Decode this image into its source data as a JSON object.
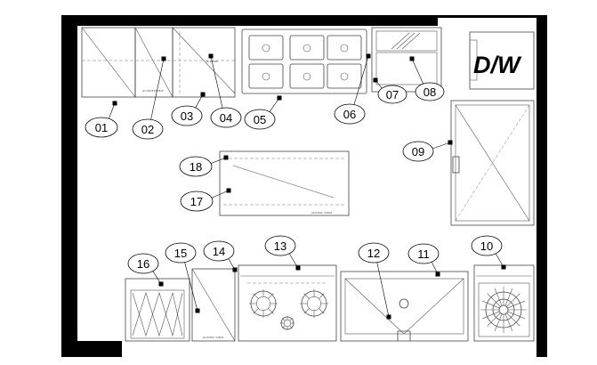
{
  "plan": {
    "dishwasher_label": "D/W",
    "callouts": [
      {
        "id": "c01",
        "label": "01"
      },
      {
        "id": "c02",
        "label": "02"
      },
      {
        "id": "c03",
        "label": "03"
      },
      {
        "id": "c04",
        "label": "04"
      },
      {
        "id": "c05",
        "label": "05"
      },
      {
        "id": "c06",
        "label": "06"
      },
      {
        "id": "c07",
        "label": "07"
      },
      {
        "id": "c08",
        "label": "08"
      },
      {
        "id": "c09",
        "label": "09"
      },
      {
        "id": "c10",
        "label": "10"
      },
      {
        "id": "c11",
        "label": "11"
      },
      {
        "id": "c12",
        "label": "12"
      },
      {
        "id": "c13",
        "label": "13"
      },
      {
        "id": "c14",
        "label": "14"
      },
      {
        "id": "c15",
        "label": "15"
      },
      {
        "id": "c16",
        "label": "16"
      },
      {
        "id": "c17",
        "label": "17"
      },
      {
        "id": "c18",
        "label": "18"
      }
    ]
  }
}
